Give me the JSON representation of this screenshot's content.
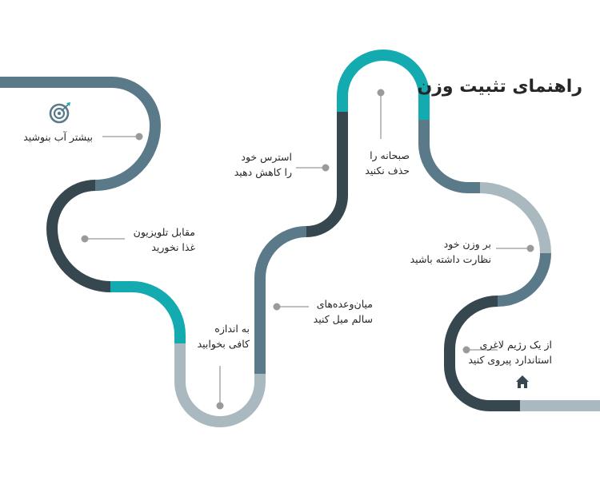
{
  "title": "راهنمای تثبیت وزن",
  "colors": {
    "slate": "#5b7a89",
    "dark": "#37474f",
    "teal": "#13aab0",
    "light": "#a9b9bf",
    "dot": "#9a9a9a",
    "text": "#262626"
  },
  "icons": {
    "start": "target-icon",
    "end": "home-icon"
  },
  "tips": [
    {
      "id": "water",
      "lines": [
        "بیشتر آب بنوشید"
      ]
    },
    {
      "id": "tv",
      "lines": [
        "مقابل تلویزیون",
        "غذا نخورید"
      ]
    },
    {
      "id": "sleep",
      "lines": [
        "به اندازه",
        "کافی بخوابید"
      ]
    },
    {
      "id": "snacks",
      "lines": [
        "میان‌وعده‌های",
        "سالم میل کنید"
      ]
    },
    {
      "id": "stress",
      "lines": [
        "استرس خود",
        "را کاهش دهید"
      ]
    },
    {
      "id": "breakfast",
      "lines": [
        "صبحانه را",
        "حذف نکنید"
      ]
    },
    {
      "id": "monitor",
      "lines": [
        "بر وزن خود",
        "نظارت داشته باشید"
      ]
    },
    {
      "id": "diet",
      "lines": [
        "از یک رژیم لاغری",
        "استاندارد پیروی کنید"
      ]
    }
  ]
}
